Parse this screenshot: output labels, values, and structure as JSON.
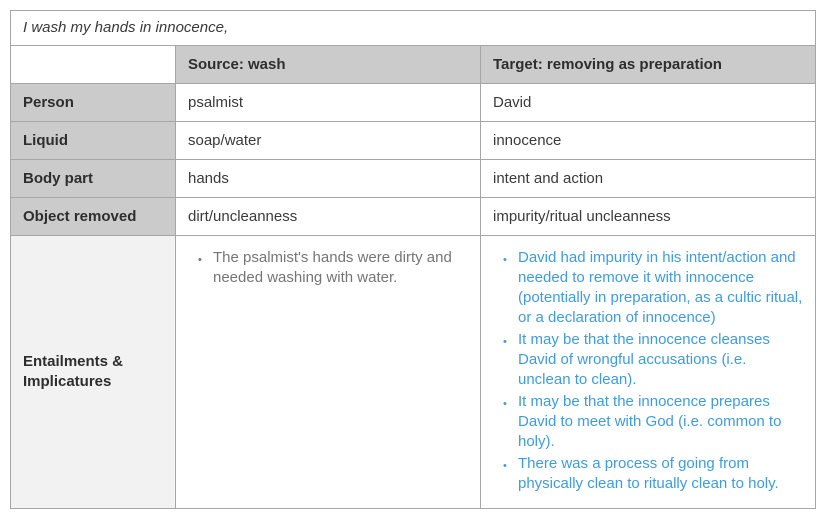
{
  "verse": "I wash my hands in innocence,",
  "headers": {
    "source": "Source: wash",
    "target": "Target: removing as preparation"
  },
  "rows": [
    {
      "label": "Person",
      "source": "psalmist",
      "target": "David"
    },
    {
      "label": "Liquid",
      "source": "soap/water",
      "target": "innocence"
    },
    {
      "label": "Body part",
      "source": "hands",
      "target": "intent and action"
    },
    {
      "label": "Object removed",
      "source": "dirt/uncleanness",
      "target": "impurity/ritual uncleanness"
    }
  ],
  "entailments": {
    "label": "Entailments & Implicatures",
    "source_bullets": [
      "The psalmist's hands were dirty and needed washing with water."
    ],
    "target_bullets": [
      "David had impurity in his intent/action and needed to remove it with innocence (potentially in preparation, as a cultic ritual, or a declaration of innocence)",
      "It may be that the innocence cleanses David of wrongful accusations (i.e. unclean to clean).",
      "It may be that the innocence prepares David to meet with God (i.e. common to holy).",
      "There was a process of going from physically clean to ritually clean to holy."
    ]
  },
  "colors": {
    "header_bg": "#cbcbcb",
    "label_bg": "#cbcbcb",
    "entailments_label_bg": "#f2f2f2",
    "border": "#a6a6a6",
    "text": "#3a3a3a",
    "muted_text": "#757575",
    "accent_blue": "#3e9cde"
  }
}
